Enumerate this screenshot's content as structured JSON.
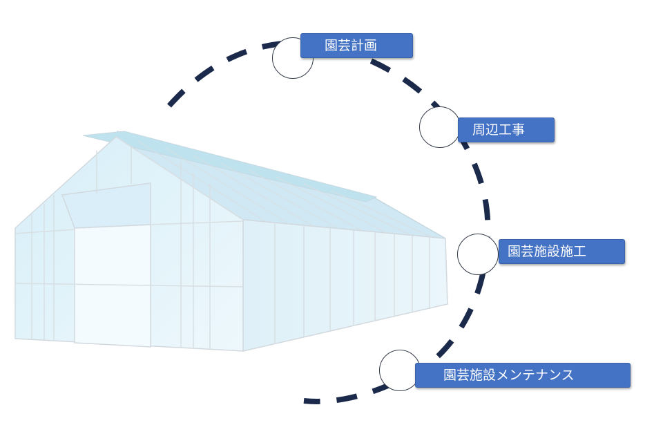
{
  "steps": [
    {
      "label": "園芸計画"
    },
    {
      "label": "周辺工事"
    },
    {
      "label": "園芸施設施工"
    },
    {
      "label": "園芸施設メンテナンス"
    }
  ],
  "colors": {
    "arc": "#1b2a4a",
    "label_fill": "#4472c4",
    "label_text": "#ffffff",
    "node_fill": "#ffffff",
    "glass_panel": "#e4f3fa",
    "glass_frame": "#d2d9de"
  }
}
